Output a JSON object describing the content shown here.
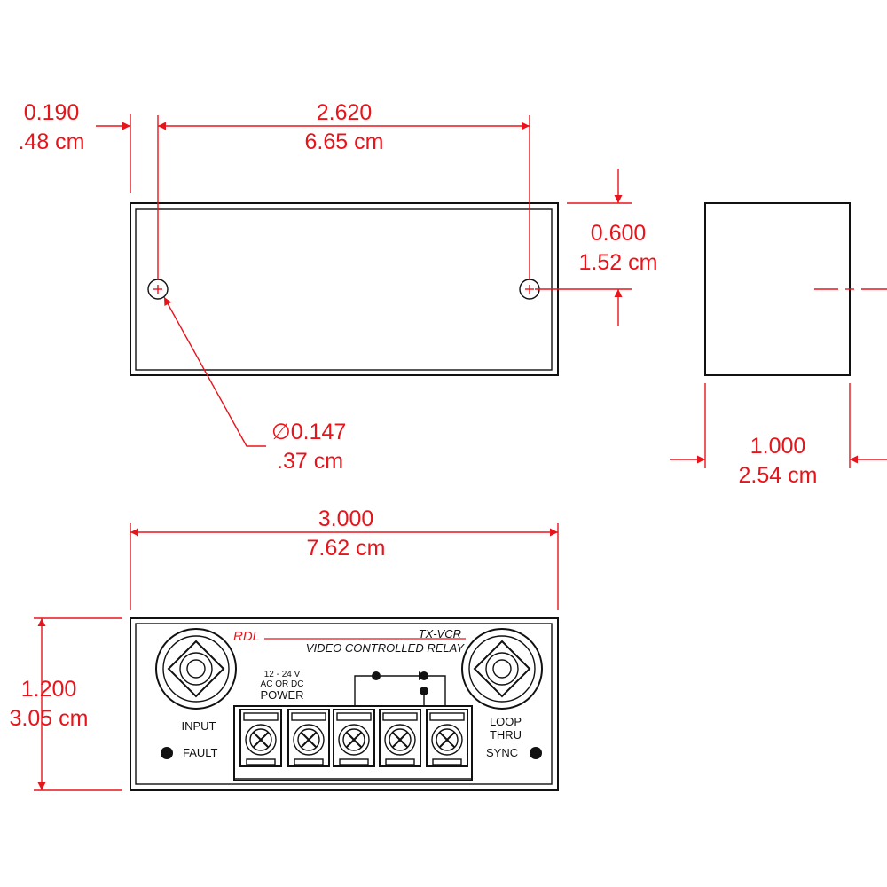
{
  "dimensions": {
    "edge_offset": {
      "in": "0.190",
      "cm": ".48 cm"
    },
    "hole_spacing": {
      "in": "2.620",
      "cm": "6.65 cm"
    },
    "hole_height": {
      "in": "0.600",
      "cm": "1.52 cm"
    },
    "hole_diameter": {
      "in": "∅0.147",
      "cm": ".37 cm"
    },
    "depth": {
      "in": "1.000",
      "cm": "2.54 cm"
    },
    "width": {
      "in": "3.000",
      "cm": "7.62 cm"
    },
    "height": {
      "in": "1.200",
      "cm": "3.05 cm"
    }
  },
  "panel": {
    "brand": "RDL",
    "model": "TX-VCR",
    "product_name": "VIDEO CONTROLLED RELAY",
    "power_voltage": "12 - 24  V",
    "power_type": "AC  OR  DC",
    "power_label": "POWER",
    "input_label": "INPUT",
    "fault_label": "FAULT",
    "loop_label": "LOOP",
    "thru_label": "THRU",
    "sync_label": "SYNC"
  },
  "colors": {
    "dimension": "#e8141b",
    "outline": "#111111"
  },
  "icons": [
    "bnc-connector-icon",
    "screw-terminal-icon",
    "led-indicator-icon",
    "relay-contact-icon"
  ]
}
